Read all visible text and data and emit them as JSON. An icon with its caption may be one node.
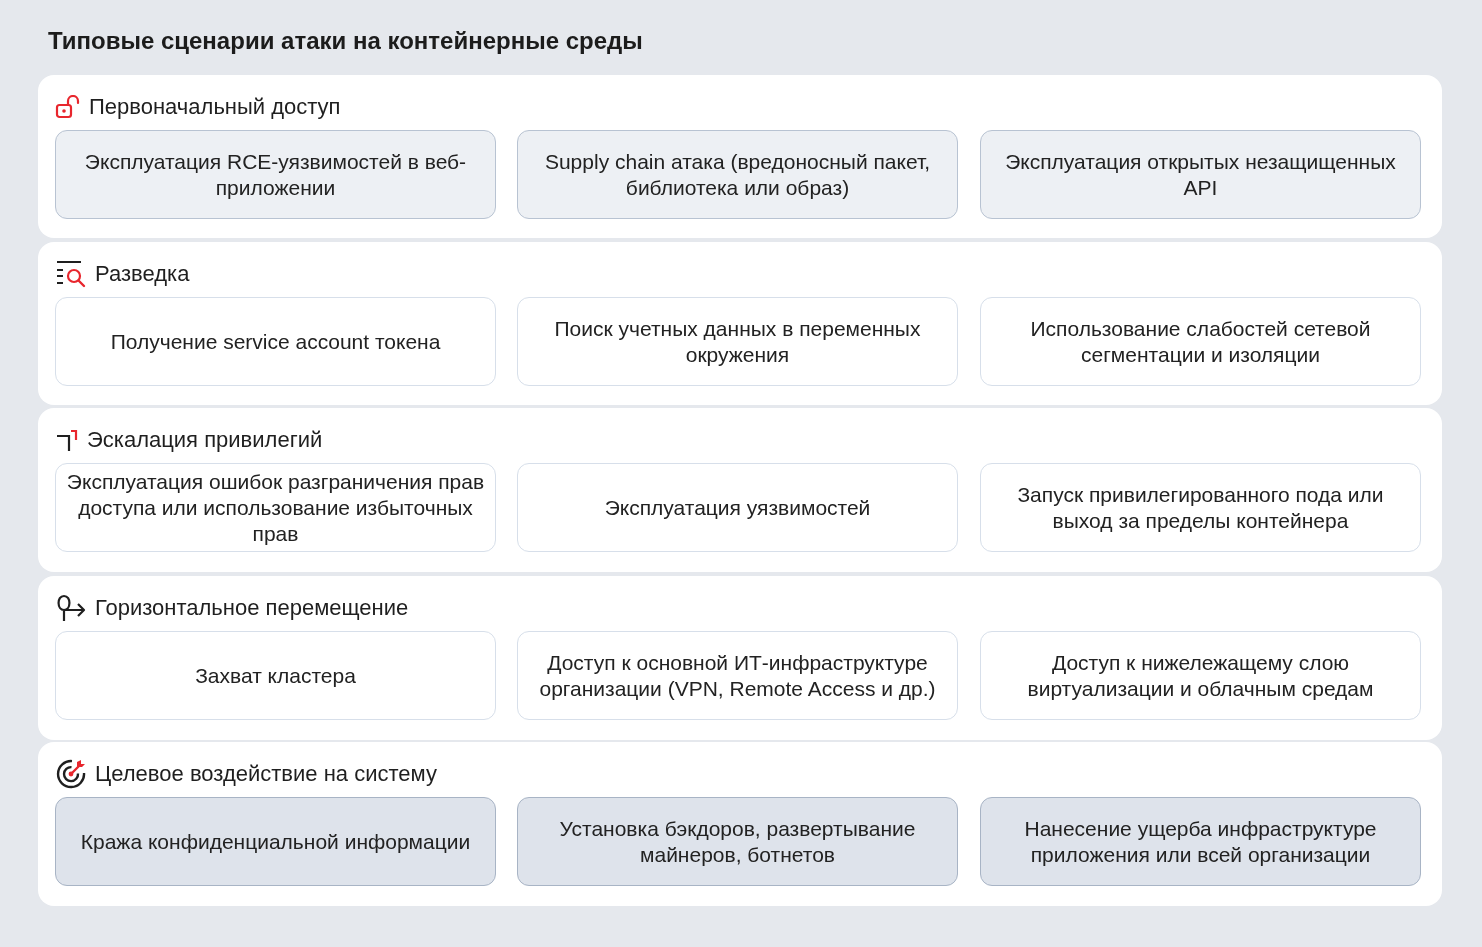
{
  "diagram": {
    "title": "Типовые сценарии атаки на контейнерные среды",
    "nodes": [
      {
        "text": [
          "Первоначальный доступ"
        ]
      },
      {
        "text": [
          "Эксплуатация RCE-уязвимостей в веб-приложении"
        ],
        "in": 0
      },
      {
        "text": [
          "Supply chain атака (вредоносный пакет, библиотека или образ)"
        ],
        "in": 0
      },
      {
        "text": [
          "Эксплуатация открытых незащищенных API"
        ],
        "in": 0
      },
      {
        "text": [
          "Разведка"
        ]
      },
      {
        "text": [
          "Получение service account токена"
        ],
        "in": 4
      },
      {
        "text": [
          "Поиск учетных данных в переменных окружения"
        ],
        "in": 4
      },
      {
        "text": [
          "Использование слабостей сетевой сегментации и изоляции"
        ],
        "in": 4
      },
      {
        "text": [
          "Эскалация привилегий"
        ]
      },
      {
        "text": [
          "Эксплуатация ошибок разграничения прав доступа или использование избыточных прав"
        ],
        "in": 8
      },
      {
        "text": [
          "Эксплуатация уязвимостей"
        ],
        "in": 8
      },
      {
        "text": [
          "Запуск привилегированного пода или выход за пределы контейнера"
        ],
        "in": 8
      },
      {
        "text": [
          "Горизонтальное перемещение"
        ]
      },
      {
        "text": [
          "Захват кластера"
        ],
        "in": 12
      },
      {
        "text": [
          "Доступ к основной ИТ-инфраструктуре организации (VPN, Remote Access и др.)"
        ],
        "in": 12
      },
      {
        "text": [
          "Доступ к нижележащему слою виртуализации и облачным средам"
        ],
        "in": 12
      },
      {
        "text": [
          "Целевое воздействие на систему"
        ]
      },
      {
        "text": [
          "Кража конфиденциальной информации"
        ],
        "in": 16
      },
      {
        "text": [
          "Установка бэкдоров, развертывание майнеров, ботнетов"
        ],
        "in": 16
      },
      {
        "text": [
          "Нанесение ущерба инфраструктуре приложения или всей организации"
        ],
        "in": 16
      }
    ]
  }
}
